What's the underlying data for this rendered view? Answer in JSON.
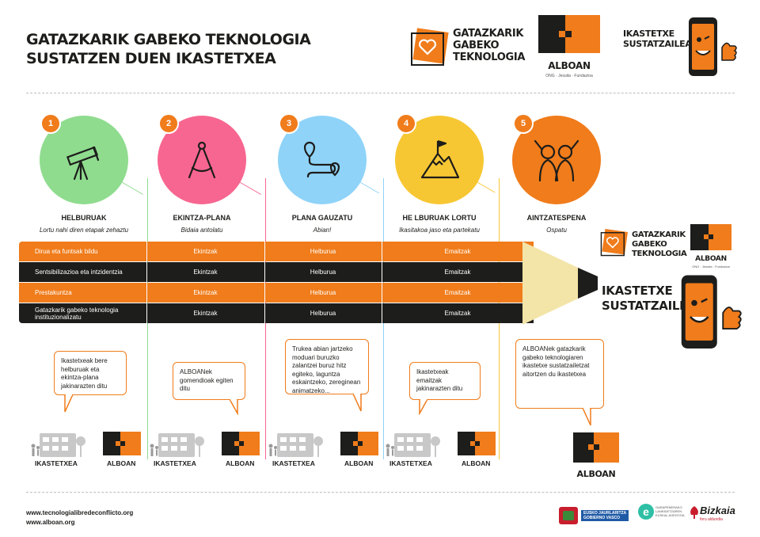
{
  "header": {
    "title_line1": "GATAZKARIK GABEKO  TEKNOLOGIA",
    "title_line2": "SUSTATZEN DUEN IKASTETXEA",
    "gtl_logo": [
      "GATAZKARIK",
      "GABEKO",
      "TEKNOLOGIA"
    ],
    "alboan_name": "ALBOAN",
    "alboan_tag": "ONG · Jesuita · Fundazioa",
    "badge_line1": "IKASTETXE",
    "badge_line2": "SUSTATZAILEA"
  },
  "stages": [
    {
      "num": "1",
      "title": "HELBURUAK",
      "subtitle": "Lortu nahi diren etapak zehaztu",
      "color": "#8fdc8f",
      "icon": "telescope-icon"
    },
    {
      "num": "2",
      "title": "EKINTZA-PLANA",
      "subtitle": "Bidaia antolatu",
      "color": "#f76690",
      "icon": "compass-icon"
    },
    {
      "num": "3",
      "title": "PLANA GAUZATU",
      "subtitle": "Abian!",
      "color": "#8fd3f8",
      "icon": "route-icon"
    },
    {
      "num": "4",
      "title": "HE LBURUAK LORTU",
      "subtitle": "Ikasitakoa jaso eta partekatu",
      "color": "#f7c733",
      "icon": "mountain-flag-icon"
    },
    {
      "num": "5",
      "title": "AINTZATESPENA",
      "subtitle": "Ospatu",
      "color": "#f07c1b",
      "icon": "celebrating-people-icon"
    }
  ],
  "pencil_rows": [
    {
      "label": "Dirua eta funtsak bildu",
      "c1": "Ekintzak",
      "c2": "Helburua",
      "c3": "Emaitzak",
      "color": "#f07c1b"
    },
    {
      "label": "Sentsibilizazioa eta intzidentzia",
      "c1": "Ekintzak",
      "c2": "Helburua",
      "c3": "Emaitzak",
      "color": "#1d1d1b"
    },
    {
      "label": "Prestakuntza",
      "c1": "Ekintzak",
      "c2": "Helburua",
      "c3": "Emaitzak",
      "color": "#f07c1b"
    },
    {
      "label": "Gatazkarik gabeko teknologia instituzionalizatu",
      "c1": "Ekintzak",
      "c2": "Helburua",
      "c3": "Emaitzak",
      "color": "#1d1d1b"
    }
  ],
  "bubbles": [
    "Ikastetxeak bere helburuak eta ekintza-plana jakinarazten ditu",
    "ALBOANek gomendioak egiten ditu",
    "Trukea abian jartzeko moduari buruzko zalantzei buruz hitz egiteko, laguntza eskaintzeko, zereginean animatzeko...",
    "Ikastetxeak emaitzak jakinarazten ditu",
    "ALBOANek gatazkarik gabeko teknologiaren ikastetxe sustatzailetzat aitortzen du ikastetxea"
  ],
  "actors": {
    "school": "IKASTETXEA",
    "alboan": "ALBOAN"
  },
  "footer": {
    "url1": "www.tecnologialibredeconflicto.org",
    "url2": "www.alboan.org",
    "gov_line1": "EUSKO JAURLARITZA",
    "gov_line2": "GOBIERNO VASCO",
    "agency_line1": "GARAPENERAKO",
    "agency_line2": "LANKIDETZAREN",
    "agency_line3": "EUSKAL AGENTZIA",
    "bizkaia": "Bizkaia",
    "bizkaia_sub": "foru aldundia"
  }
}
